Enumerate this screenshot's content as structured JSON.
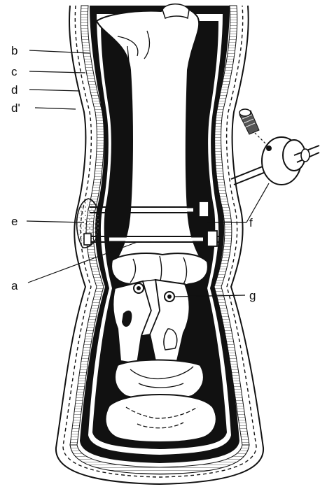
{
  "labels": {
    "b": "b",
    "c": "c",
    "d": "d",
    "d_prime": "d'",
    "e": "e",
    "a": "a",
    "f": "f",
    "g": "g"
  },
  "colors": {
    "ink": "#111111",
    "paper": "#ffffff",
    "stipple": "#cfcfcf"
  }
}
